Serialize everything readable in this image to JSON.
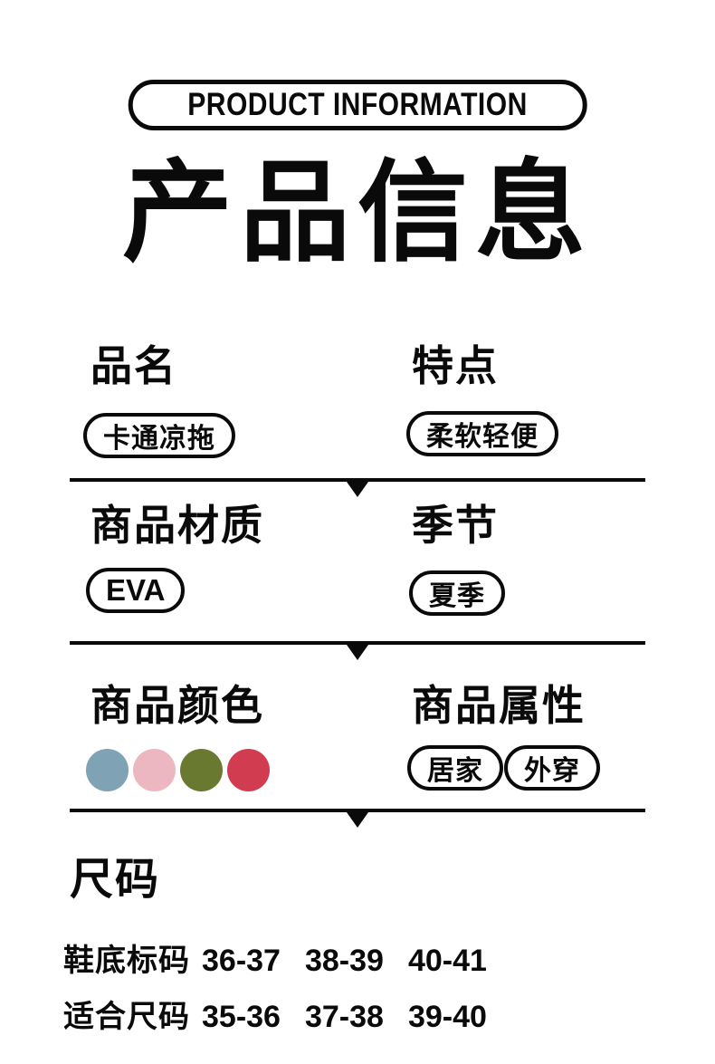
{
  "badge": {
    "label": "PRODUCT INFORMATION"
  },
  "title": "产品信息",
  "sections": [
    {
      "left": {
        "label": "品名",
        "tag": "卡通凉拖"
      },
      "right": {
        "label": "特点",
        "tag": "柔软轻便"
      }
    },
    {
      "left": {
        "label": "商品材质",
        "tag": "EVA"
      },
      "right": {
        "label": "季节",
        "tag": "夏季"
      }
    },
    {
      "left": {
        "label": "商品颜色",
        "swatches": [
          "#7fa2b5",
          "#edb7c1",
          "#6a7930",
          "#d23c50"
        ]
      },
      "right": {
        "label": "商品属性",
        "tags": [
          "居家",
          "外穿"
        ]
      }
    }
  ],
  "size_section": {
    "title": "尺码",
    "rows": [
      {
        "label": "鞋底标码",
        "values": [
          "36-37",
          "38-39",
          "40-41"
        ]
      },
      {
        "label": "适合尺码",
        "values": [
          "35-36",
          "37-38",
          "39-40"
        ]
      }
    ]
  }
}
